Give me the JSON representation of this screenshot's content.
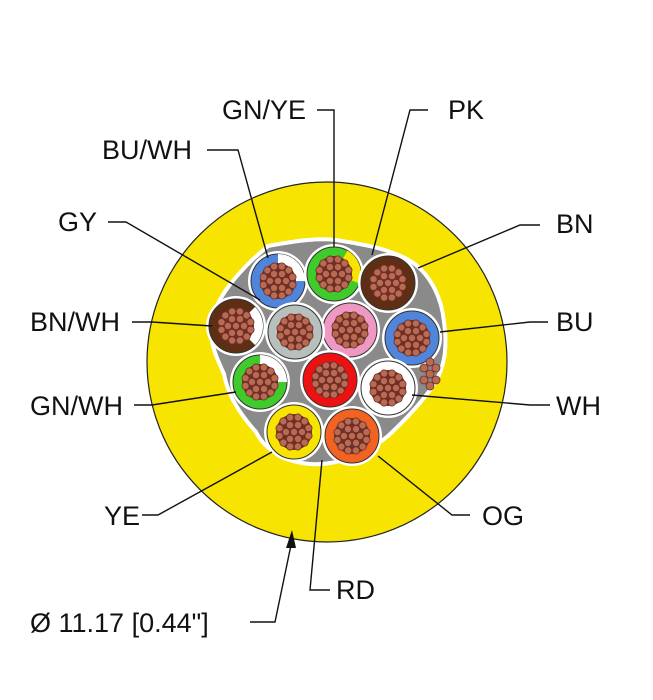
{
  "diagram": {
    "colors": {
      "jacket": "#f7e400",
      "filler": "#8a8a8a",
      "copper": "#b86a55",
      "strand_edge": "#6e2f24"
    },
    "cores": [
      {
        "id": "BU/WH",
        "label": "BU/WH",
        "color": "#4f86dc",
        "stripe": "#ffffff"
      },
      {
        "id": "GN/YE",
        "label": "GN/YE",
        "color": "#3fcb2b",
        "stripe": "#f7e400"
      },
      {
        "id": "PK",
        "label": "PK",
        "color": "#ee99c4",
        "stripe": null
      },
      {
        "id": "BN",
        "label": "BN",
        "color": "#5e2f14",
        "stripe": null
      },
      {
        "id": "GY",
        "label": "GY",
        "color": "#b7c0bd",
        "stripe": null
      },
      {
        "id": "BN/WH",
        "label": "BN/WH",
        "color": "#5e2f14",
        "stripe": "#ffffff"
      },
      {
        "id": "BU",
        "label": "BU",
        "color": "#4f86dc",
        "stripe": null
      },
      {
        "id": "GN/WH",
        "label": "GN/WH",
        "color": "#3fcb2b",
        "stripe": "#ffffff"
      },
      {
        "id": "RD",
        "label": "RD",
        "color": "#ee1111",
        "stripe": null
      },
      {
        "id": "WH",
        "label": "WH",
        "color": "#ffffff",
        "stripe": null
      },
      {
        "id": "YE",
        "label": "YE",
        "color": "#f7e400",
        "stripe": null
      },
      {
        "id": "OG",
        "label": "OG",
        "color": "#f26322",
        "stripe": null
      }
    ],
    "jacket_label": "YE",
    "diameter_label": "Ø 11.17 [0.44\"]"
  }
}
